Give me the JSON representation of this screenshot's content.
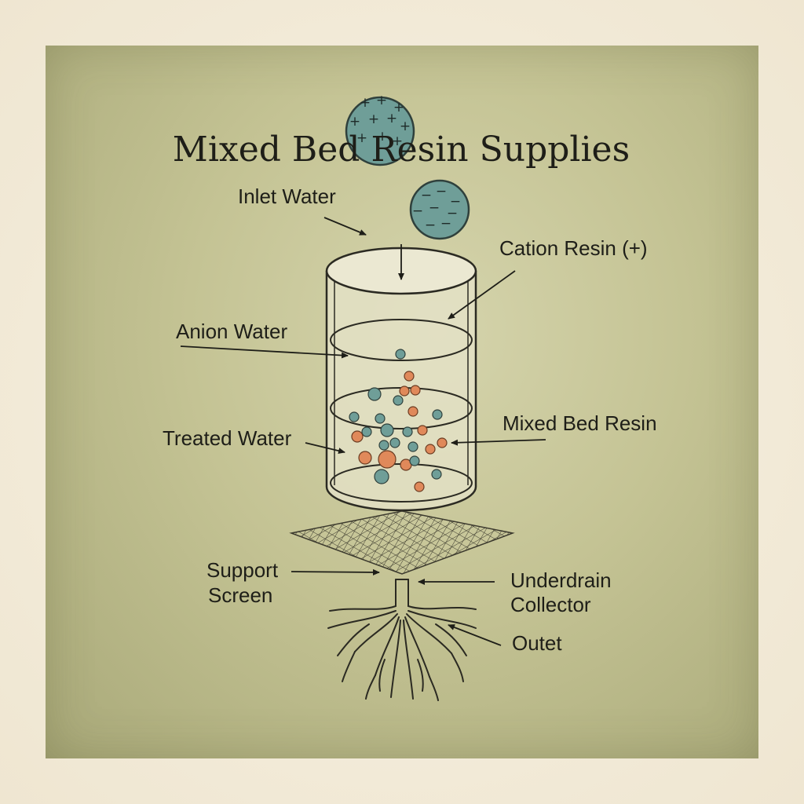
{
  "title": "Mixed Bed Resin Supplies",
  "labels": {
    "inlet_water": "Inlet Water",
    "cation_resin": "Cation Resin (+)",
    "anion_water": "Anion Water",
    "treated_water": "Treated Water",
    "mixed_bed_resin": "Mixed Bed Resin",
    "support_screen_line1": "Support",
    "support_screen_line2": "Screen",
    "underdrain_line1": "Underdrain",
    "underdrain_line2": "Collector",
    "outlet": "Outet"
  },
  "icons": {
    "cation_bead": "plus-sign-bead-icon",
    "anion_bead": "minus-sign-bead-icon",
    "cation_signs": "+",
    "anion_signs": "−"
  },
  "colors": {
    "panel_background": "#c4c394",
    "frame_background": "#f3ecdc",
    "cation_bead_teal": "#6f9e98",
    "anion_bead_orange": "#e0895a",
    "ink": "#1e1e18",
    "column_fill": "#e6e3c9"
  }
}
